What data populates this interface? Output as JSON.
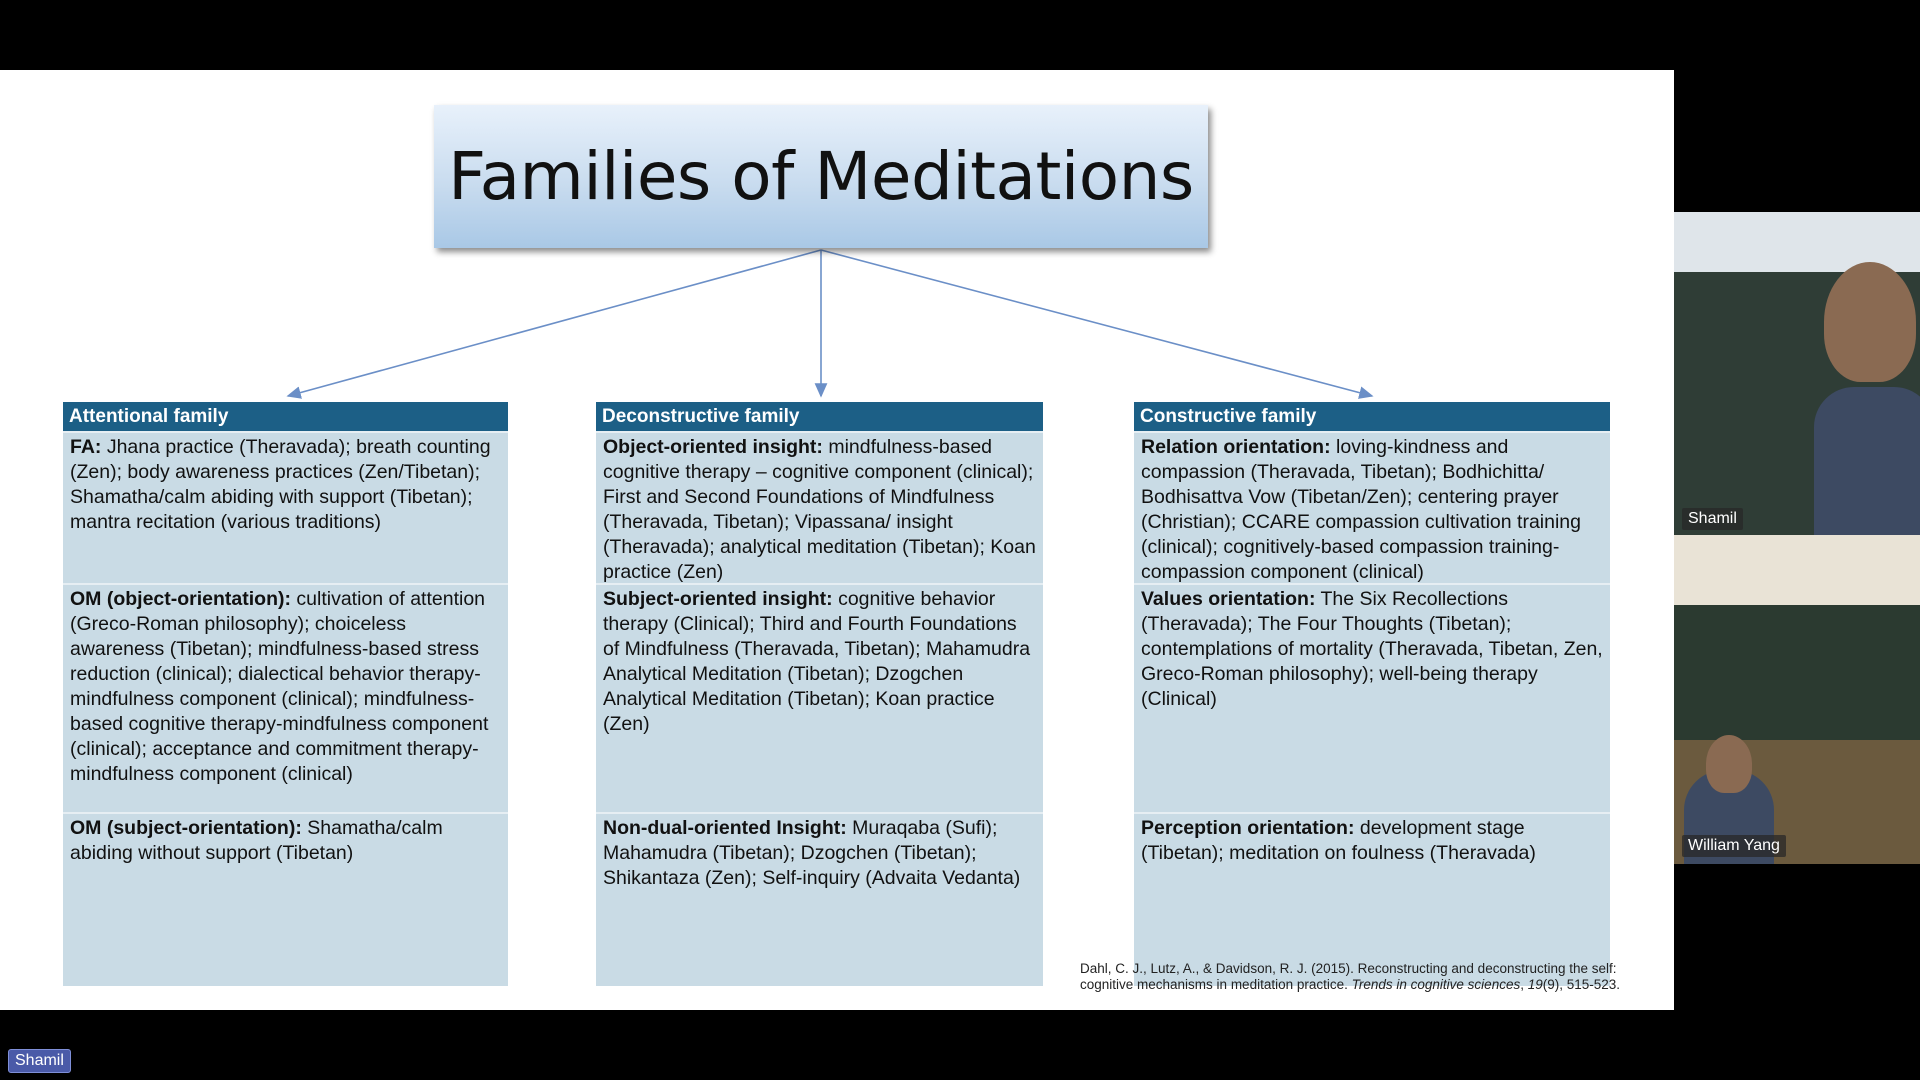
{
  "slide": {
    "title": "Families of Meditations",
    "columns": [
      {
        "header": "Attentional family",
        "cells": [
          {
            "bold": "FA:",
            "text": " Jhana practice (Theravada); breath counting (Zen); body awareness practices (Zen/Tibetan); Shamatha/calm abiding with support (Tibetan); mantra recitation (various traditions)"
          },
          {
            "bold": "OM (object-orientation):",
            "text": " cultivation of attention (Greco-Roman philosophy); choiceless awareness (Tibetan); mindfulness-based stress reduction (clinical); dialectical behavior therapy-mindfulness component (clinical); mindfulness-based cognitive therapy-mindfulness component (clinical); acceptance and commitment therapy-mindfulness component (clinical)"
          },
          {
            "bold": "OM (subject-orientation):",
            "text": " Shamatha/calm abiding without support (Tibetan)"
          }
        ]
      },
      {
        "header": "Deconstructive family",
        "cells": [
          {
            "bold": "Object-oriented insight:",
            "text": " mindfulness-based cognitive therapy – cognitive component (clinical); First and Second Foundations of Mindfulness (Theravada, Tibetan); Vipassana/ insight (Theravada); analytical meditation (Tibetan); Koan practice (Zen)"
          },
          {
            "bold": "Subject-oriented insight:",
            "text": " cognitive behavior therapy (Clinical); Third and Fourth Foundations of Mindfulness (Theravada, Tibetan); Mahamudra Analytical Meditation (Tibetan); Dzogchen Analytical Meditation (Tibetan); Koan practice (Zen)"
          },
          {
            "bold": "Non-dual-oriented Insight:",
            "text": " Muraqaba (Sufi); Mahamudra (Tibetan); Dzogchen (Tibetan); Shikantaza (Zen); Self-inquiry (Advaita Vedanta)"
          }
        ]
      },
      {
        "header": "Constructive family",
        "cells": [
          {
            "bold": "Relation orientation:",
            "text": " loving-kindness and compassion (Theravada, Tibetan); Bodhichitta/ Bodhisattva Vow (Tibetan/Zen); centering prayer (Christian); CCARE compassion cultivation training (clinical); cognitively-based compassion training-compassion component (clinical)"
          },
          {
            "bold": "Values orientation:",
            "text": " The Six Recollections (Theravada); The Four Thoughts (Tibetan); contemplations of mortality (Theravada, Tibetan, Zen, Greco-Roman philosophy); well-being therapy (Clinical)"
          },
          {
            "bold": "Perception orientation:",
            "text": " development stage (Tibetan); meditation on foulness (Theravada)"
          }
        ]
      }
    ],
    "citation_line1": "Dahl, C. J., Lutz, A., & Davidson, R. J. (2015). Reconstructing and deconstructing the self:",
    "citation_line2_pre": "cognitive mechanisms in meditation practice. ",
    "citation_journal": "Trends in cognitive sciences",
    "citation_mid": ", ",
    "citation_volume": "19",
    "citation_tail": "(9), 515-523."
  },
  "participants": [
    {
      "name": "Shamil"
    },
    {
      "name": "William Yang"
    }
  ],
  "active_speaker": "Shamil",
  "colors": {
    "header_bg": "#1c5f86",
    "cell_bg": "#c9dbe5",
    "arrow": "#6b8fc7"
  }
}
